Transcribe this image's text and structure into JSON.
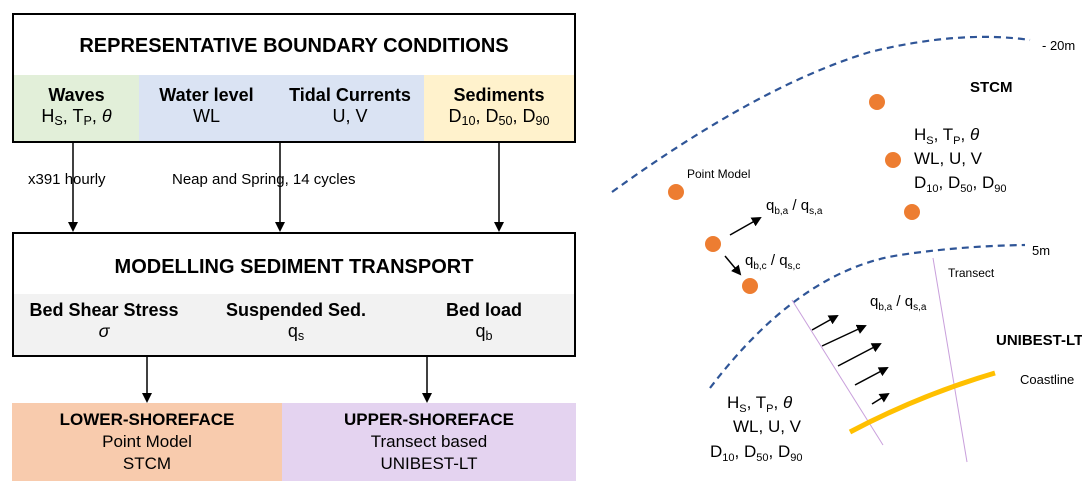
{
  "bc": {
    "title": "REPRESENTATIVE BOUNDARY CONDITIONS",
    "waves": {
      "head": "Waves",
      "vars": "Hₛ, Tₚ, θ"
    },
    "water_level": {
      "head": "Water level",
      "vars": "WL"
    },
    "tidal": {
      "head": "Tidal Currents",
      "vars": "U, V"
    },
    "sediments": {
      "head": "Sediments",
      "vars": "D10, D50, D90"
    },
    "colors": {
      "waves": "#e2efd9",
      "water": "#dae3f3",
      "sediments": "#fff2cc"
    }
  },
  "links": {
    "hourly": "x391 hourly",
    "neap": "Neap and Spring, 14 cycles"
  },
  "mst": {
    "title": "MODELLING SEDIMENT TRANSPORT",
    "bed_shear": {
      "head": "Bed Shear Stress",
      "sym": "σ"
    },
    "suspended": {
      "head": "Suspended Sed.",
      "sym": "qs"
    },
    "bed_load": {
      "head": "Bed load",
      "sym": "qb"
    },
    "color": "#f2f2f2"
  },
  "lower": {
    "head": "LOWER-SHOREFACE",
    "line1": "Point Model",
    "line2": "STCM",
    "color": "#f8cbad"
  },
  "upper": {
    "head": "UPPER-SHOREFACE",
    "line1": "Transect based",
    "line2": "UNIBEST-LT",
    "color": "#e4d3f0"
  },
  "map": {
    "depth_20": "- 20m",
    "depth_5": "5m",
    "stcm": "STCM",
    "point_model": "Point Model",
    "transect": "Transect",
    "unibest": "UNIBEST-LT",
    "coastline": "Coastline",
    "vars_top": "Hₛ, Tₚ, θ",
    "vars_mid": "WL, U, V",
    "vars_bot": "D10, D50, D90",
    "flux_a": "qb,a / qs,a",
    "flux_c": "qb,c / qs,c",
    "flux_upper": "qb,a / qs,a",
    "dot_color": "#ed7d31",
    "dash_color": "#2f5597",
    "coast_color": "#ffc000",
    "transect_color": "#c9a0dc"
  }
}
